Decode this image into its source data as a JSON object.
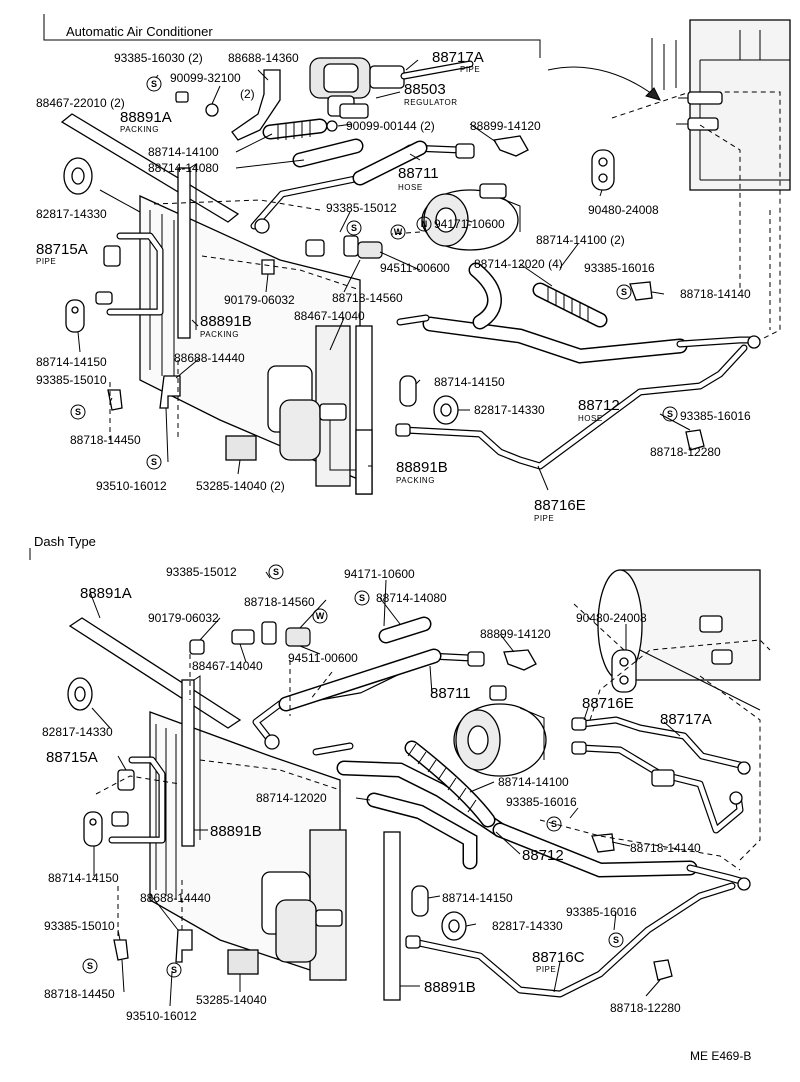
{
  "sections": {
    "top_title": "Automatic Air Conditioner",
    "bottom_title": "Dash Type"
  },
  "symbols": {
    "s": "S",
    "w": "W",
    "n": "N"
  },
  "top": {
    "p88717A": "88717A",
    "p88717A_sub": "PIPE",
    "p88503": "88503",
    "p88503_sub": "REGULATOR",
    "p93385_16030": "93385-16030 (2)",
    "p88688_14360": "88688-14360",
    "p90099_32100": "90099-32100",
    "p90099_32100_qty": "(2)",
    "p88467_22010": "88467-22010 (2)",
    "p88891A": "88891A",
    "p88891A_sub": "PACKING",
    "p90099_00144": "90099-00144 (2)",
    "p88899_14120": "88899-14120",
    "p88714_14100": "88714-14100",
    "p88714_14080": "88714-14080",
    "p88711": "88711",
    "p88711_sub": "HOSE",
    "p82817_14330": "82817-14330",
    "p93385_15012": "93385-15012",
    "p94171_10600": "94171-10600",
    "p90480_24008": "90480-24008",
    "p88715A": "88715A",
    "p88715A_sub": "PIPE",
    "p88714_14100_2": "88714-14100 (2)",
    "p88714_12020_4": "88714-12020 (4)",
    "p93385_16016": "93385-16016",
    "p94511_00600": "94511-00600",
    "p90179_06032": "90179-06032",
    "p88718_14560": "88718-14560",
    "p88718_14140": "88718-14140",
    "p88467_14040": "88467-14040",
    "p88891B": "88891B",
    "p88891B_sub": "PACKING",
    "p88714_14150": "88714-14150",
    "p88688_14440": "88688-14440",
    "p93385_15010": "93385-15010",
    "p88714_14150_b": "88714-14150",
    "p82817_14330_b": "82817-14330",
    "p88712": "88712",
    "p88712_sub": "HOSE",
    "p93385_16016_b": "93385-16016",
    "p88718_14450": "88718-14450",
    "p88891B_b": "88891B",
    "p88891B_b_sub": "PACKING",
    "p88718_12280": "88718-12280",
    "p93510_16012": "93510-16012",
    "p53285_14040_2": "53285-14040 (2)",
    "p88716E": "88716E",
    "p88716E_sub": "PIPE"
  },
  "bottom": {
    "p93385_15012": "93385-15012",
    "p94171_10600": "94171-10600",
    "p88891A": "88891A",
    "p88718_14560": "88718-14560",
    "p88714_14080": "88714-14080",
    "p90480_24008": "90480-24008",
    "p90179_06032": "90179-06032",
    "p88899_14120": "88899-14120",
    "p88467_14040": "88467-14040",
    "p94511_00600": "94511-00600",
    "p88711": "88711",
    "p82817_14330": "82817-14330",
    "p88716E": "88716E",
    "p88717A": "88717A",
    "p88715A": "88715A",
    "p88714_14100": "88714-14100",
    "p88714_12020": "88714-12020",
    "p93385_16016": "93385-16016",
    "p88891B": "88891B",
    "p88712": "88712",
    "p88718_14140": "88718-14140",
    "p88714_14150": "88714-14150",
    "p88688_14440": "88688-14440",
    "p88714_14150_b": "88714-14150",
    "p82817_14330_b": "82817-14330",
    "p93385_16016_b": "93385-16016",
    "p93385_15010": "93385-15010",
    "p88716C": "88716C",
    "p88716C_sub": "PIPE",
    "p88718_14450": "88718-14450",
    "p53285_14040": "53285-14040",
    "p88891B_b": "88891B",
    "p88718_12280": "88718-12280",
    "p93510_16012": "93510-16012"
  },
  "footer": {
    "code": "ME E469-B"
  }
}
